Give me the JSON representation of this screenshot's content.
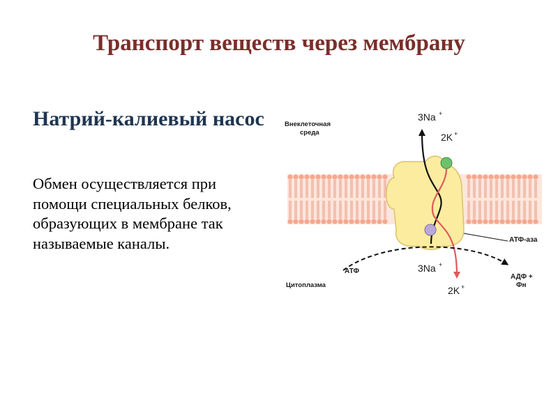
{
  "slide": {
    "title": "Транспорт веществ через мембрану",
    "subtitle": "Натрий-калиевый насос",
    "body": "Обмен осуществляется при помощи специальных белков, образующих в мембране так называемые каналы."
  },
  "diagram": {
    "extracellular_label_1": "Внеклеточная",
    "extracellular_label_2": "среда",
    "na_out": "3Na",
    "k_in_top": "2K",
    "atpase": "АТФ-аза",
    "atp": "АТФ",
    "adp_1": "АДФ +",
    "adp_2": "Фн",
    "cytoplasm": "Цитоплазма",
    "na_bottom": "3Na",
    "k_bottom": "2K",
    "plus": "+",
    "colors": {
      "membrane": "#f4a88f",
      "protein": "#fbeca0",
      "protein_stroke": "#d9c46a",
      "k_arrow": "#e05a5a",
      "k_ball": "#6cc16c",
      "na_ball": "#b9a9da"
    }
  }
}
